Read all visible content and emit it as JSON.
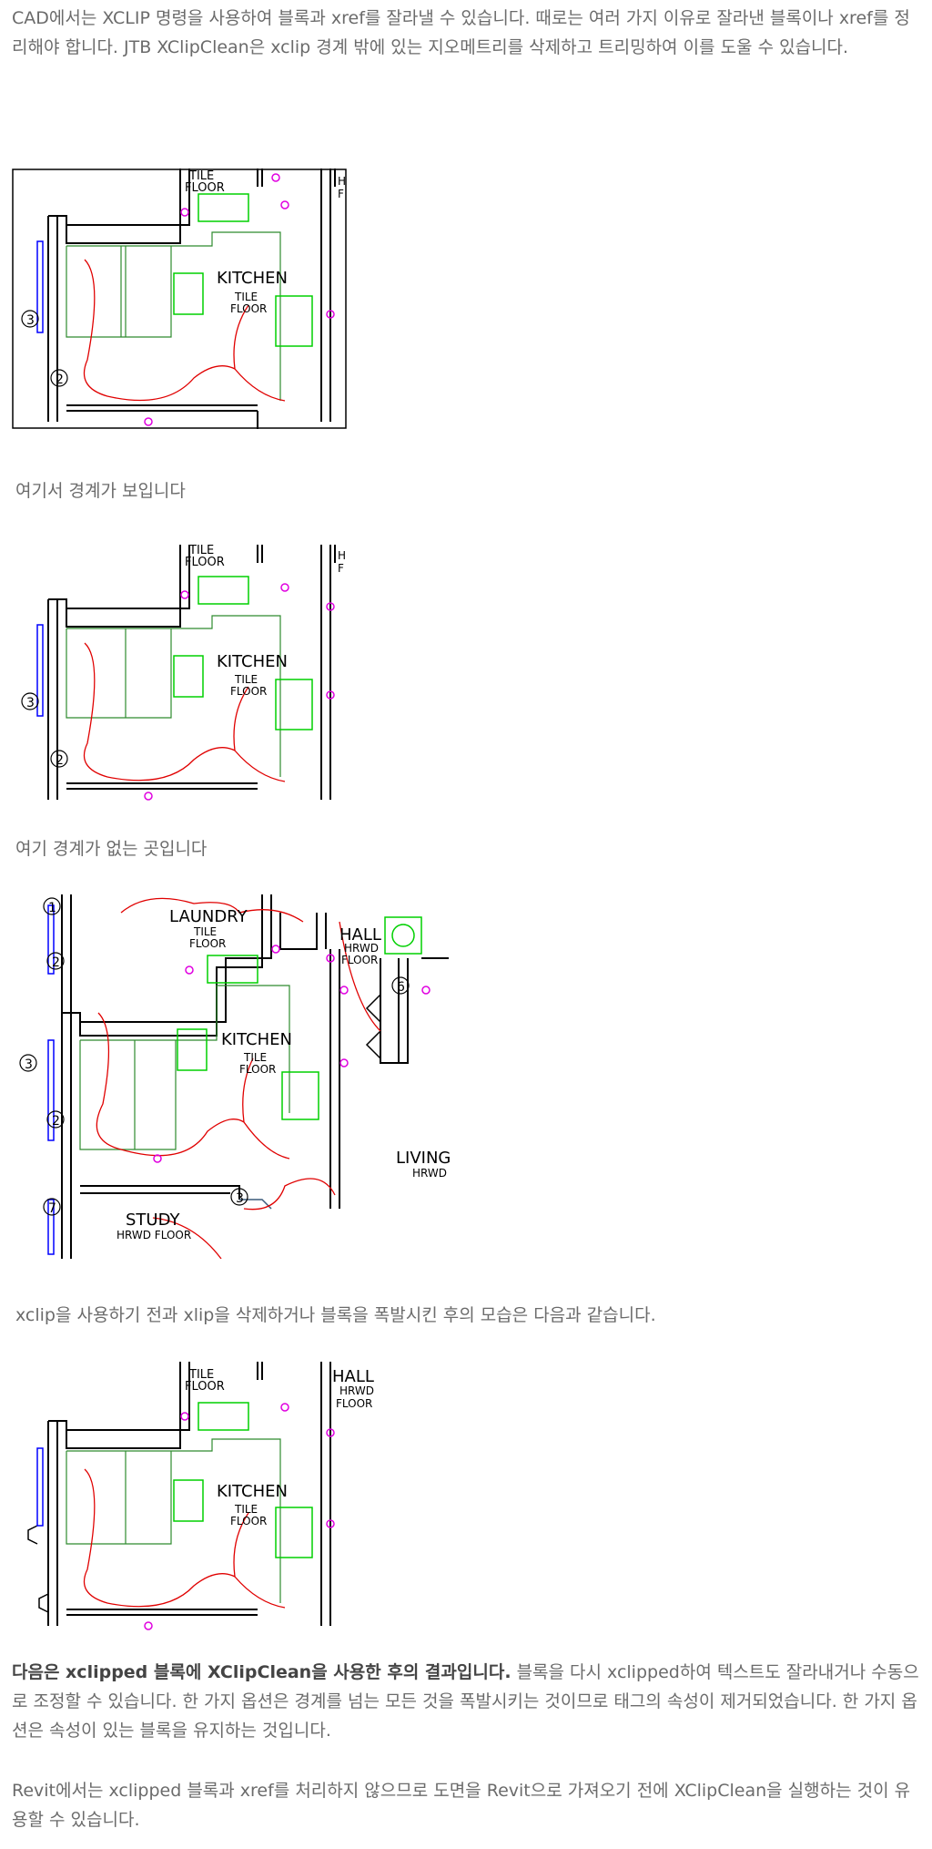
{
  "intro": "CAD에서는 XCLIP 명령을 사용하여 블록과 xref를 잘라낼 수 있습니다. 때로는 여러 가지 이유로 잘라낸 블록이나 xref를 정리해야 합니다. JTB XClipClean은 xclip 경계 밖에 있는 지오메트리를 삭제하고 트리밍하여 이를 도울 수 있습니다.",
  "captions": {
    "boundary_shown": "여기서 경계가 보입니다",
    "no_boundary": "여기 경계가 없는 곳입니다",
    "before_after": "xclip을 사용하기 전과 xlip을 삭제하거나 블록을 폭발시킨 후의 모습은 다음과 같습니다."
  },
  "result": {
    "bold": "다음은 xclipped 블록에 XClipClean을 사용한 후의 결과입니다.",
    "rest": " 블록을 다시 xclipped하여 텍스트도 잘라내거나 수동으로 조정할 수 있습니다. 한 가지 옵션은 경계를 넘는 모든 것을 폭발시키는 것이므로 태그의 속성이 제거되었습니다. 한 가지 옵션은 속성이 있는 블록을 유지하는 것입니다."
  },
  "revit_note": "Revit에서는 xclipped 블록과 xref를 처리하지 않으므로 도면을 Revit으로 가져오기 전에 XClipClean을 실행하는 것이 유용할 수 있습니다.",
  "drawing_labels": {
    "kitchen": "KITCHEN",
    "tile": "TILE",
    "floor": "FLOOR",
    "laundry": "LAUNDRY",
    "hall": "HALL",
    "hrwd": "HRWD",
    "living": "LIVING",
    "study": "STUDY",
    "hrwd_floor": "HRWD  FLOOR",
    "tag_1": "1",
    "tag_2": "2",
    "tag_3": "3",
    "tag_6": "6",
    "tag_7": "7",
    "hall_h": "H",
    "hall_f": "F"
  },
  "colors": {
    "wall": "#000000",
    "cabinet": "#2e8b2e",
    "appliance": "#00d000",
    "circuit": "#e00000",
    "receptacle": "#e000e0",
    "window": "#0000ff",
    "door": "#3a5a7a"
  }
}
